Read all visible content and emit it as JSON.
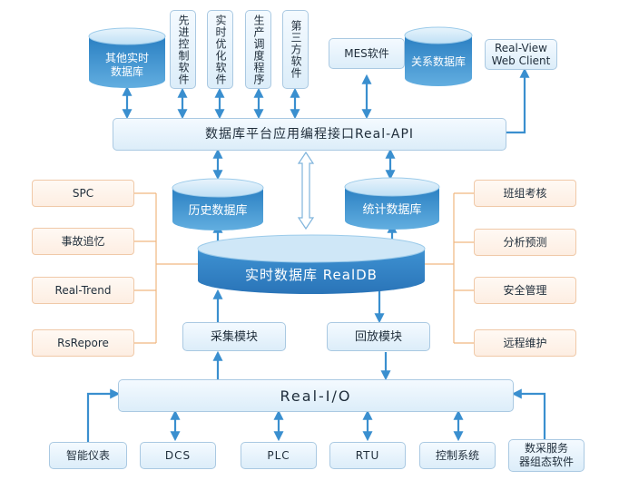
{
  "top": {
    "other_db": "其他实时\n数据库",
    "advanced_control": "先进控制软件",
    "realtime_opt": "实时优化软件",
    "production_sched": "生产调度程序",
    "third_party": "第三方软件",
    "mes": "MES软件",
    "relational_db": "关系数据库",
    "real_view": "Real-View\nWeb Client"
  },
  "api": "数据库平台应用编程接口Real-API",
  "history_db": "历史数据库",
  "stats_db": "统计数据库",
  "realdb": "实时数据库 RealDB",
  "left_items": [
    "SPC",
    "事故追忆",
    "Real-Trend",
    "RsRepore"
  ],
  "right_items": [
    "班组考核",
    "分析预测",
    "安全管理",
    "远程维护"
  ],
  "collect_module": "采集模块",
  "playback_module": "回放模块",
  "real_io": "Real-I/O",
  "bottom": [
    "智能仪表",
    "DCS",
    "PLC",
    "RTU",
    "控制系统",
    "数采服务\n器组态软件"
  ],
  "colors": {
    "arrow": "#3a8fcf",
    "orange_line": "#f0b780",
    "cylinder_main": "#2f86c9",
    "box_border": "#aac9e2"
  }
}
